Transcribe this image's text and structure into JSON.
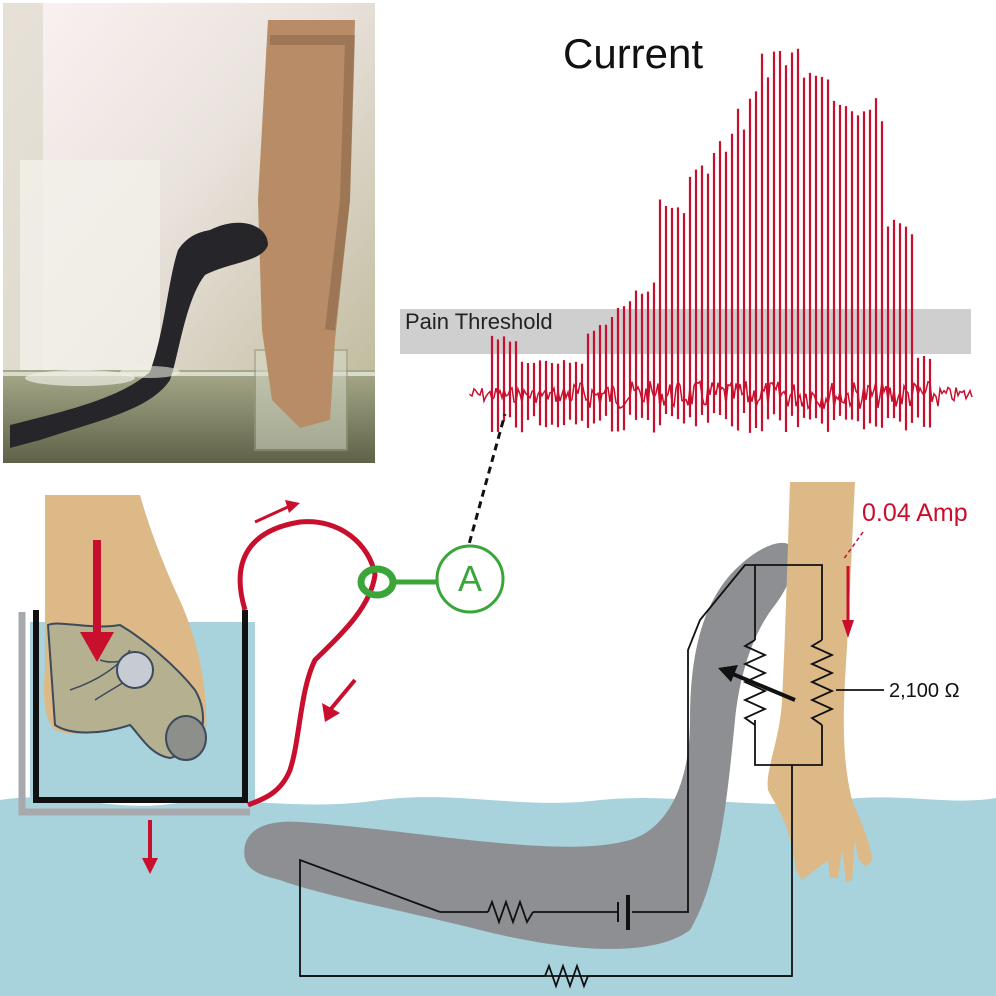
{
  "labels": {
    "current_title": "Current",
    "pain_threshold": "Pain Threshold",
    "current_value": "0.04 Amp",
    "resistance_value": "2,100 Ω",
    "ammeter": "A"
  },
  "colors": {
    "current_trace": "#c8102e",
    "threshold_band": "#cfcfcf",
    "water": "#a8d2dc",
    "eel": "#8e8f93",
    "arm_skin": "#dcb987",
    "ammeter": "#3aa63a",
    "wire": "#c8102e"
  },
  "icons": {
    "ammeter": "ammeter-circle-icon",
    "battery": "battery-icon",
    "resistor": "resistor-zigzag-icon",
    "variable_resistor": "variable-resistor-icon",
    "current_arrow": "red-arrow-icon"
  },
  "photo": {
    "description_icon": "eel-shocking-arm-photo"
  }
}
